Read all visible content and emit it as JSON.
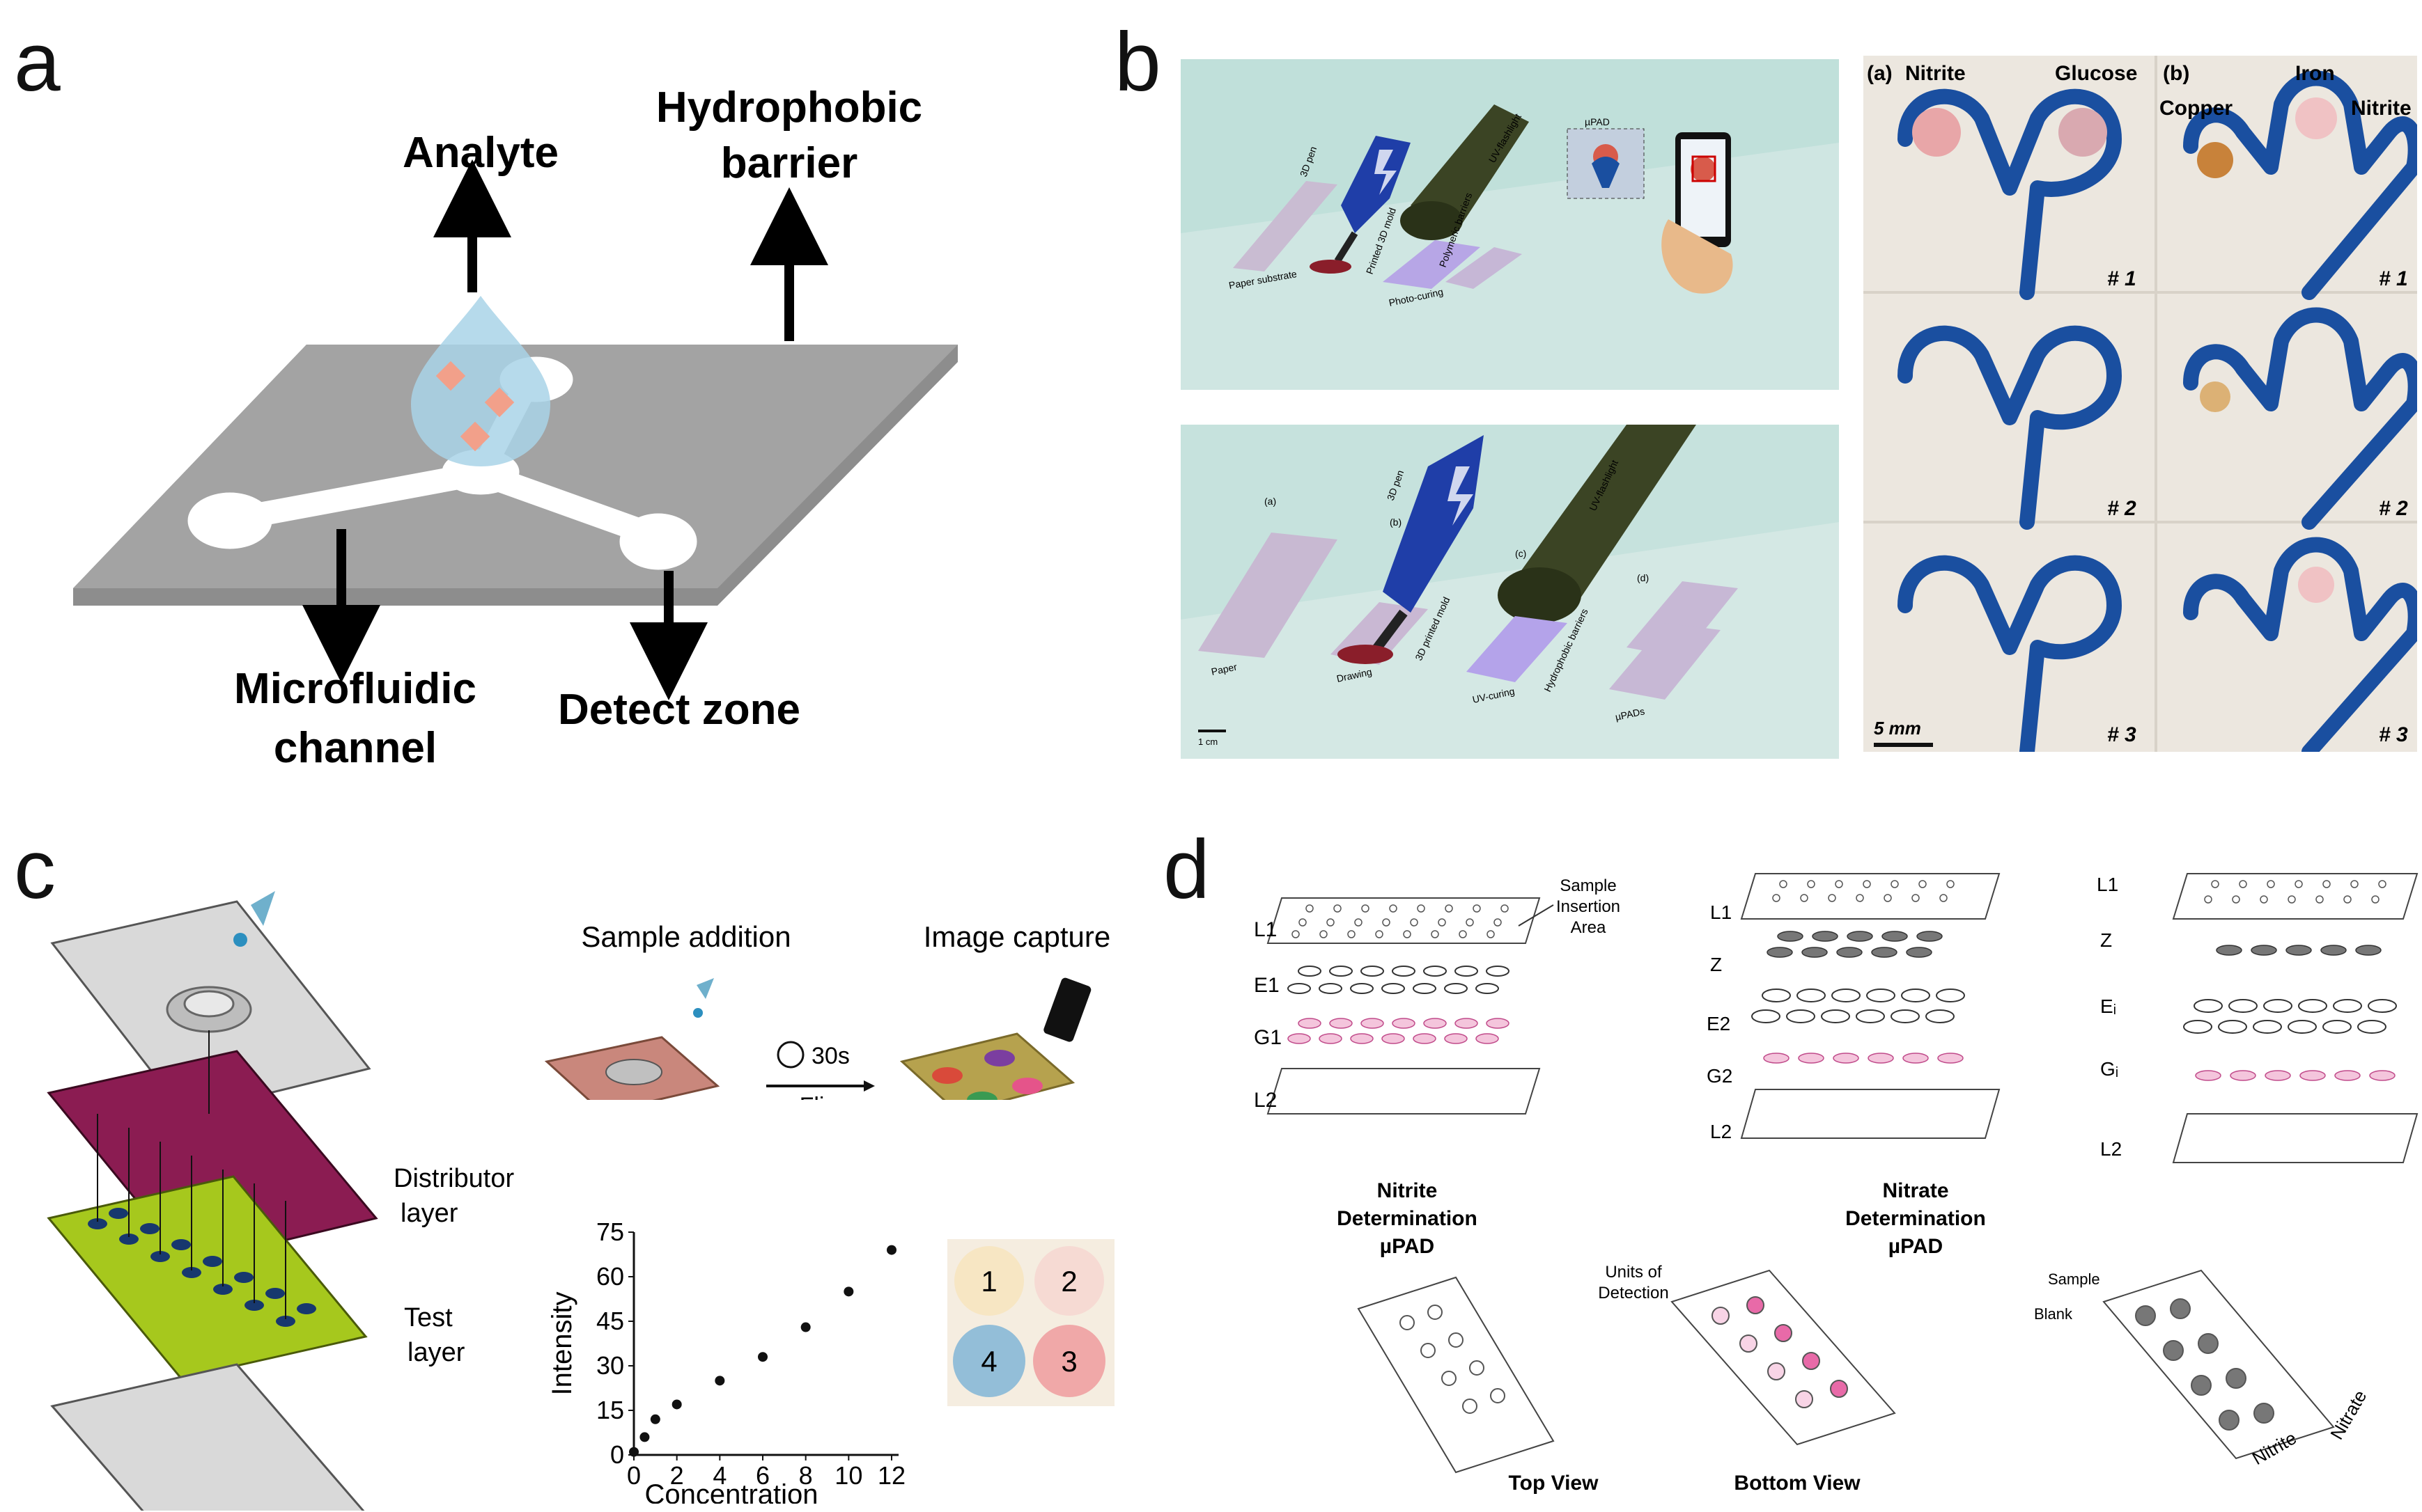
{
  "panels": {
    "a": {
      "letter": "a",
      "labels": {
        "analyte": "Analyte",
        "hydrophobic_line1": "Hydrophobic",
        "hydrophobic_line2": "barrier",
        "microfluidic_line1": "Microfluidic",
        "microfluidic_line2": "channel",
        "detect_zone": "Detect zone"
      }
    },
    "b": {
      "letter": "b",
      "top_diagram": {
        "paper_substrate": "Paper substrate",
        "pen": "3D pen",
        "printed_mold": "Printed 3D mold",
        "uv_flashlight": "UV-flashlight",
        "photo_curing": "Photo-curing",
        "polymeric_barriers": "Polymeric barriers",
        "upad": "µPAD"
      },
      "bottom_diagram": {
        "step_a": "(a)",
        "step_b": "(b)",
        "step_c": "(c)",
        "step_d": "(d)",
        "paper": "Paper",
        "drawing": "Drawing",
        "pen": "3D pen",
        "printed_mold": "3D printed mold",
        "uv_flashlight": "UV-flashlight",
        "uv_curing": "UV-curing",
        "hydrophobic_barriers": "Hydrophobic barriers",
        "upads": "µPADs",
        "scale": "1 cm"
      },
      "photos": {
        "col_a_label": "(a)",
        "col_b_label": "(b)",
        "nitrite": "Nitrite",
        "glucose": "Glucose",
        "copper": "Copper",
        "iron": "Iron",
        "nitrite_b": "Nitrite",
        "rows": [
          "# 1",
          "# 2",
          "# 3"
        ],
        "scale": "5 mm"
      }
    },
    "c": {
      "letter": "c",
      "sample_addition": "Sample addition",
      "image_capture": "Image capture",
      "time": "30s",
      "flip": "Flip",
      "distributor_line1": "Distributor",
      "distributor_line2": "layer",
      "test_line1": "Test",
      "test_line2": "layer",
      "spots": [
        "1",
        "2",
        "4",
        "3"
      ]
    },
    "d": {
      "letter": "d",
      "stack1": {
        "layers": [
          "L1",
          "E1",
          "G1",
          "L2"
        ],
        "callout_line1": "Sample",
        "callout_line2": "Insertion",
        "callout_line3": "Area",
        "title_line1": "Nitrite",
        "title_line2": "Determination",
        "title_line3": "µPAD"
      },
      "stack2": {
        "layers": [
          "L1",
          "Z",
          "E2",
          "G2",
          "L2"
        ],
        "title_line1": "Nitrate",
        "title_line2": "Determination",
        "title_line3": "µPAD"
      },
      "stack3": {
        "layers": [
          "L1",
          "Z",
          "Eᵢ",
          "Gᵢ",
          "L2"
        ]
      },
      "bottom": {
        "units_line1": "Units of",
        "units_line2": "Detection",
        "top_view": "Top View",
        "bottom_view": "Bottom View",
        "sample": "Sample",
        "blank": "Blank",
        "nitrite": "Nitrite",
        "nitrate": "Nitrate"
      }
    }
  },
  "chart_data": {
    "type": "scatter",
    "xlabel": "Concentration",
    "ylabel": "Intensity",
    "xlim": [
      0,
      12
    ],
    "ylim": [
      0,
      75
    ],
    "xticks": [
      0,
      2,
      4,
      6,
      8,
      10,
      12
    ],
    "yticks": [
      0,
      15,
      30,
      45,
      60,
      75
    ],
    "x": [
      0,
      0.5,
      1,
      2,
      4,
      6,
      8,
      10,
      12
    ],
    "y": [
      1,
      6,
      12,
      17,
      25,
      33,
      43,
      55,
      69
    ],
    "grid": false
  },
  "colors": {
    "grey_sheet": "#9a9a9a",
    "drop": "#a9d3e8",
    "diamond": "#f2a08a",
    "distributor": "#8b1c52",
    "test_layer": "#a6c81d",
    "blue_ink": "#1a4fa0",
    "pink": "#e87ab6"
  }
}
